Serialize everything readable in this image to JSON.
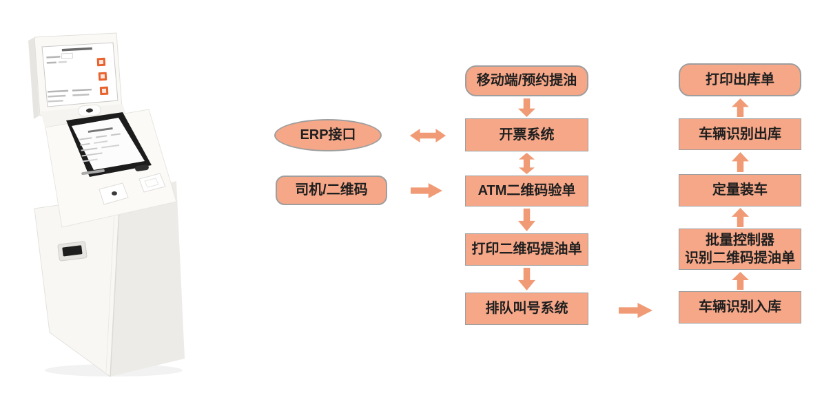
{
  "photo": {
    "name": "self-service-kiosk-terminal"
  },
  "flow": {
    "colors": {
      "node_fill": "#F5A788",
      "node_border": "#9E9E9E",
      "arrow_fill": "#F09B75",
      "text": "#1F1F1F"
    },
    "inputs": {
      "erp": {
        "label": "ERP接口",
        "shape": "ellipse"
      },
      "driver": {
        "label": "司机/二维码",
        "shape": "rounded-rect"
      }
    },
    "ticketing_column": {
      "nodes": [
        {
          "label": "移动端/预约提油",
          "shape": "rounded-rect"
        },
        {
          "label": "开票系统",
          "shape": "rect"
        },
        {
          "label": "ATM二维码验单",
          "shape": "rect"
        },
        {
          "label": "打印二维码提油单",
          "shape": "rect"
        },
        {
          "label": "排队叫号系统",
          "shape": "rect"
        }
      ]
    },
    "loading_column": {
      "nodes": [
        {
          "label": "打印出库单",
          "shape": "rounded-rect"
        },
        {
          "label": "车辆识别出库",
          "shape": "rect"
        },
        {
          "label": "定量装车",
          "shape": "rect"
        },
        {
          "label": "批量控制器\n识别二维码提油单",
          "shape": "rect"
        },
        {
          "label": "车辆识别入库",
          "shape": "rect"
        }
      ]
    }
  }
}
